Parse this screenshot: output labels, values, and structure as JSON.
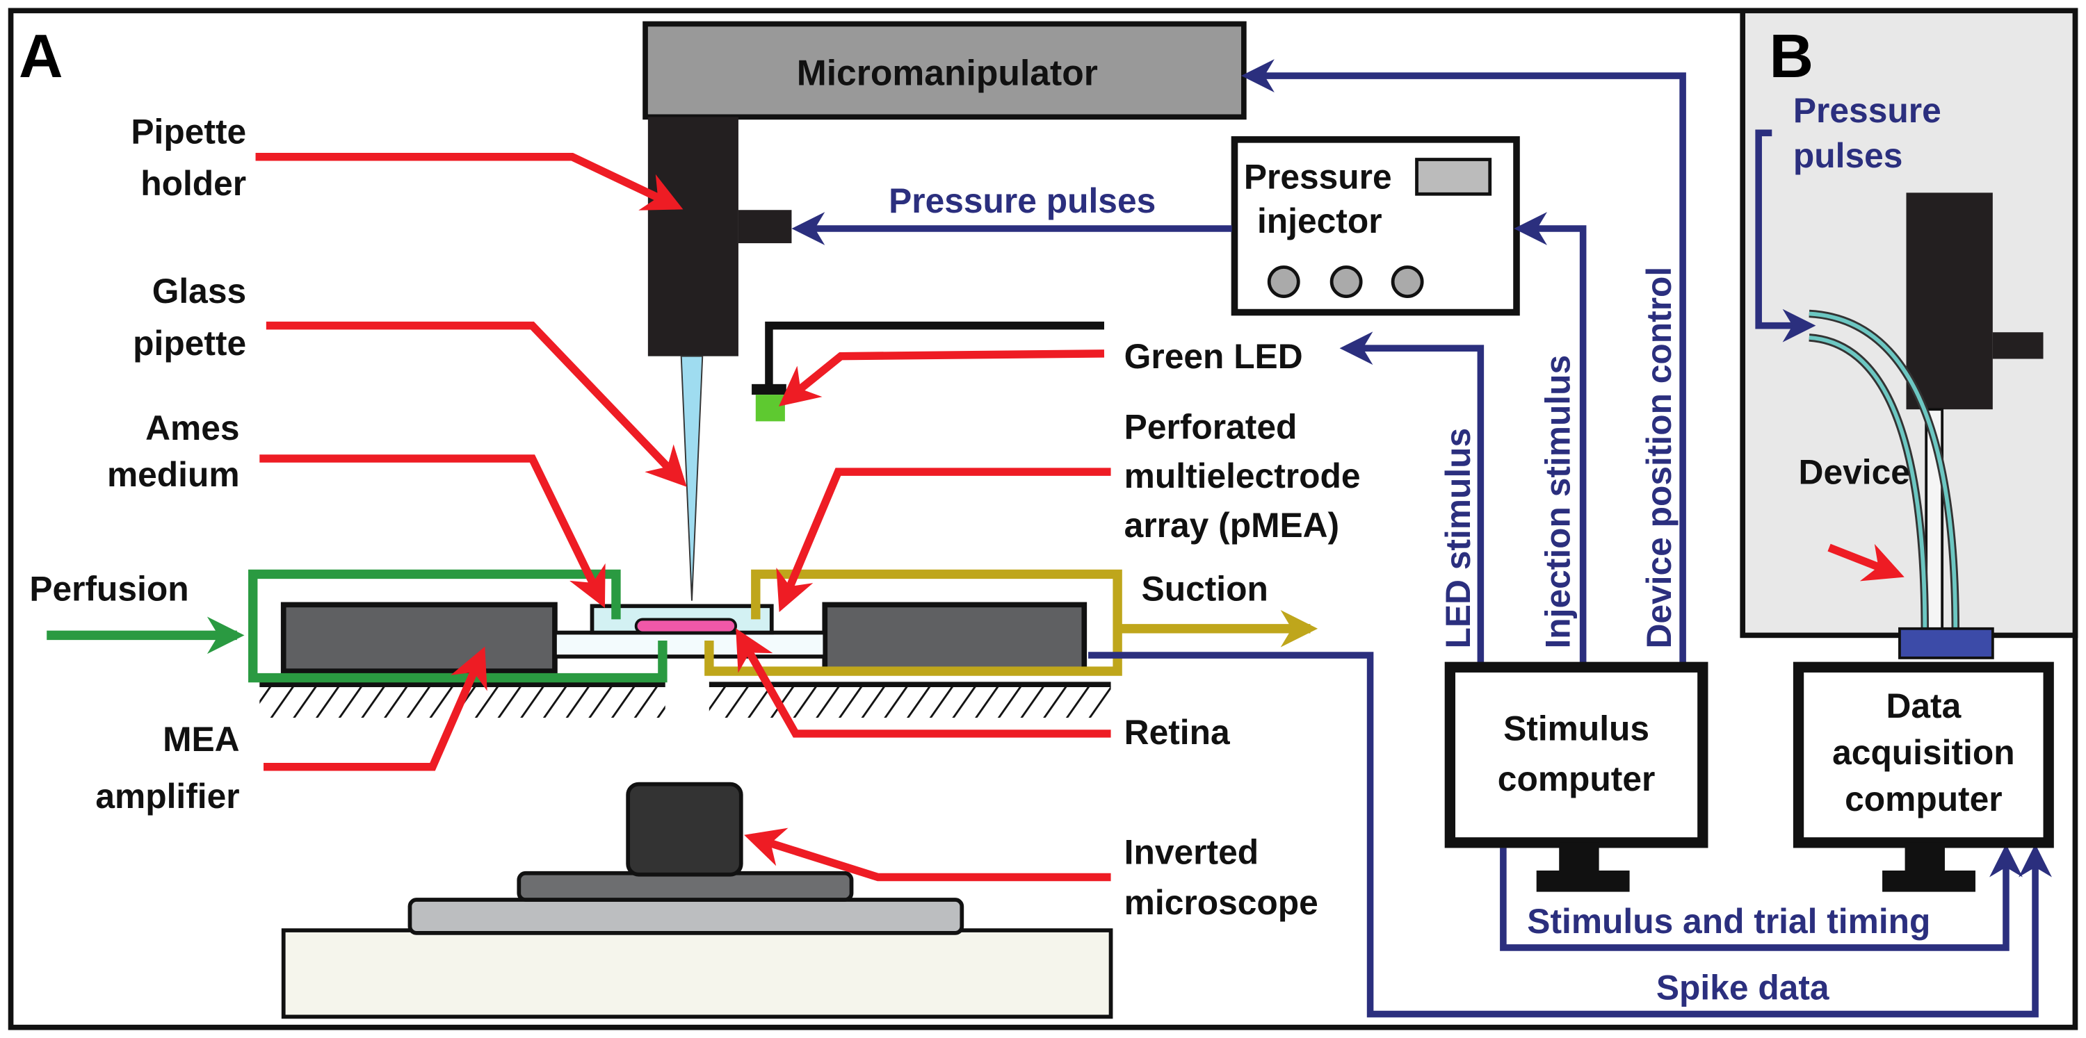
{
  "panel_a": {
    "letter": "A",
    "micromanipulator": "Micromanipulator",
    "pipette_holder": [
      "Pipette",
      "holder"
    ],
    "glass_pipette": [
      "Glass",
      "pipette"
    ],
    "ames_medium": [
      "Ames",
      "medium"
    ],
    "mea_amplifier": [
      "MEA",
      "amplifier"
    ],
    "perfusion": "Perfusion",
    "suction": "Suction",
    "green_led": "Green LED",
    "pmea": [
      "Perforated",
      "multielectrode",
      "array (pMEA)"
    ],
    "retina": "Retina",
    "inverted_microscope": [
      "Inverted",
      "microscope"
    ],
    "pressure_injector": [
      "Pressure",
      "injector"
    ],
    "pressure_pulses": "Pressure pulses",
    "led_stimulus": "LED stimulus",
    "injection_stimulus": "Injection stimulus",
    "device_position_control": "Device position control",
    "stimulus_computer": [
      "Stimulus",
      "computer"
    ],
    "data_acquisition_computer": [
      "Data",
      "acquisition",
      "computer"
    ],
    "stimulus_trial_timing": "Stimulus and trial timing",
    "spike_data": "Spike data"
  },
  "panel_b": {
    "letter": "B",
    "pressure_pulses": [
      "Pressure",
      "pulses"
    ],
    "device": "Device"
  },
  "colors": {
    "signal_blue": "#2b2f7e",
    "pointer_red": "#ee1c24",
    "perfusion_green": "#2a9a41",
    "suction_gold": "#bfa61b",
    "retina_pink": "#f058a8",
    "device_blue": "#3c4ba8"
  }
}
